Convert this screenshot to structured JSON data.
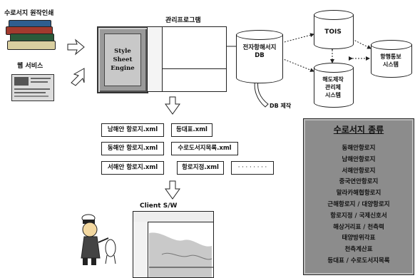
{
  "labels": {
    "nautical_books": "수로서지 원작인쇄",
    "web_service": "웹 서비스",
    "mgmt_program": "관리프로그램",
    "engine": "Style\nSheet\nEngine",
    "db": "전자항해서지\nDB",
    "tois": "TOIS",
    "nav_notice": "항행통보\n시스템",
    "infra": "해도제작\n관리체\n시스템",
    "db_build": "DB 제작",
    "client": "Client S/W"
  },
  "xml_files": [
    "남해안 항로지.xml",
    "등대표.xml",
    "동해안 항로지.xml",
    "수로도서지목록.xml",
    "서해안 항로지.xml",
    "항로지정.xml"
  ],
  "ellipsis_box": "· · · · · · · ·",
  "types": {
    "title": "수로서지 종류",
    "items": [
      "동해안항로지",
      "남해안항로지",
      "서해안항로지",
      "중국연안항로지",
      "말라카해협항로지",
      "근해항로지 / 대양항로지",
      "항로지정 / 국제신호서",
      "해상거리표 / 천측력",
      "태양방위각표",
      "천측계산표",
      "등대표 / 수로도서지목록"
    ]
  }
}
